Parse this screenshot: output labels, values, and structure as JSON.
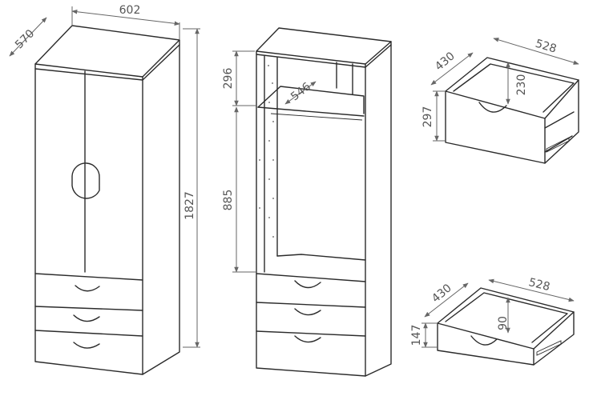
{
  "dimensions": {
    "wardrobe_width": "602",
    "wardrobe_depth": "570",
    "wardrobe_height": "1827",
    "upper_compartment_height": "296",
    "inner_depth": "546",
    "hanging_space_height": "885",
    "large_drawer_width": "528",
    "large_drawer_depth": "430",
    "large_drawer_height": "297",
    "large_drawer_inner_height": "230",
    "small_drawer_width": "528",
    "small_drawer_depth": "430",
    "small_drawer_height": "147",
    "small_drawer_inner_height": "90"
  },
  "colors": {
    "line": "#2b2b2b",
    "dimension": "#666666",
    "label": "#555555"
  }
}
